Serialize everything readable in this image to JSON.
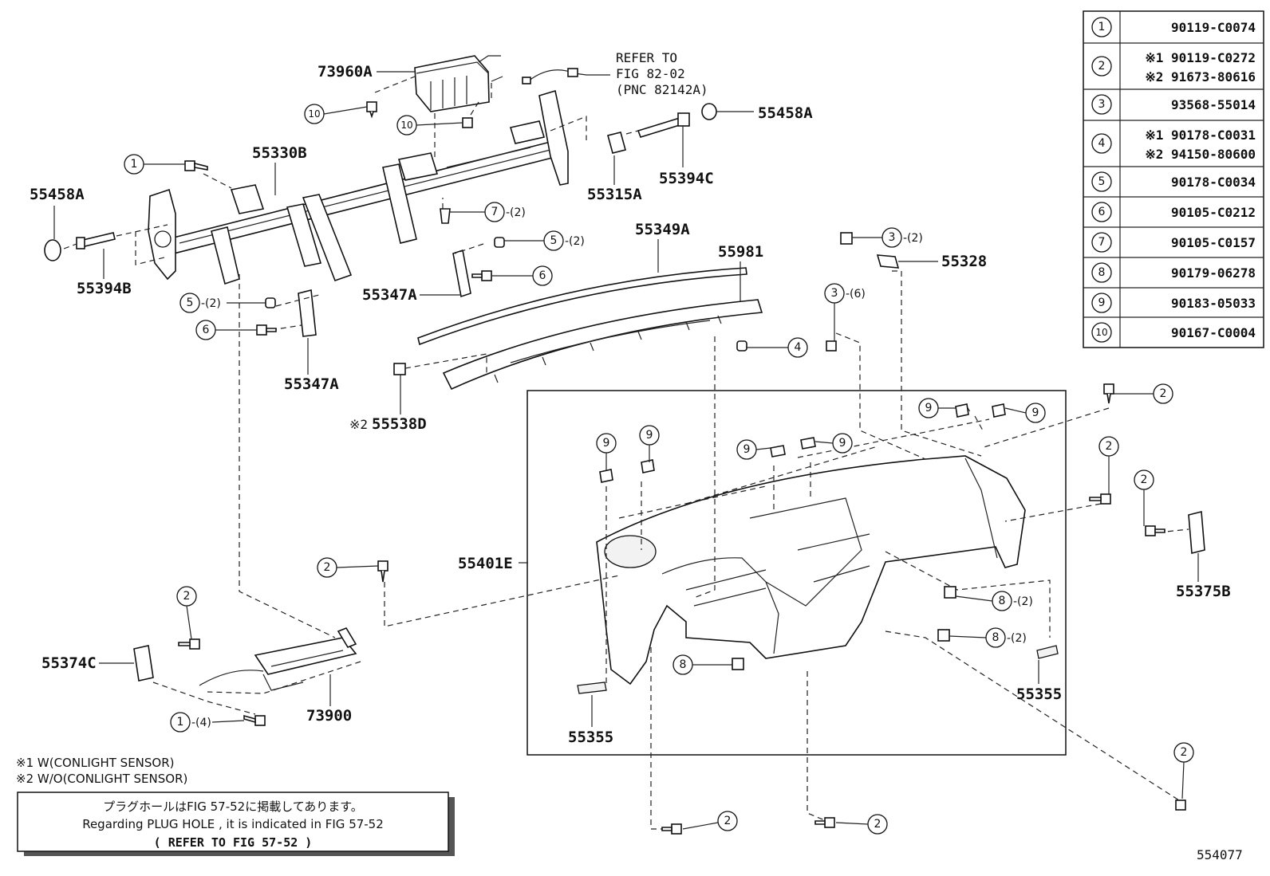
{
  "parts": {
    "p73960A": "73960A",
    "p55458A_top": "55458A",
    "p55330B": "55330B",
    "p55458A_left": "55458A",
    "p55394B": "55394B",
    "p55315A": "55315A",
    "p55394C": "55394C",
    "p55349A": "55349A",
    "p55981": "55981",
    "p55328": "55328",
    "p55347A_mid": "55347A",
    "p55347A_left": "55347A",
    "p55538D": "55538D",
    "p55401E": "55401E",
    "p55375B": "55375B",
    "p55374C": "55374C",
    "p73900": "73900",
    "p55355_left": "55355",
    "p55355_right": "55355"
  },
  "reference": {
    "line1": "REFER TO",
    "line2": "FIG 82-02",
    "line3": "(PNC 82142A)"
  },
  "marks": {
    "m1": "※2",
    "n1": "※1 W(CONLIGHT SENSOR)",
    "n2": "※2 W/O(CONLIGHT SENSOR)"
  },
  "quantities": {
    "q2": "-(2)",
    "q6": "-(6)",
    "q4": "-(4)"
  },
  "legend": [
    {
      "num": "1",
      "codes": [
        "90119-C0074"
      ]
    },
    {
      "num": "2",
      "codes": [
        "※1 90119-C0272",
        "※2 91673-80616"
      ]
    },
    {
      "num": "3",
      "codes": [
        "93568-55014"
      ]
    },
    {
      "num": "4",
      "codes": [
        "※1 90178-C0031",
        "※2 94150-80600"
      ]
    },
    {
      "num": "5",
      "codes": [
        "90178-C0034"
      ]
    },
    {
      "num": "6",
      "codes": [
        "90105-C0212"
      ]
    },
    {
      "num": "7",
      "codes": [
        "90105-C0157"
      ]
    },
    {
      "num": "8",
      "codes": [
        "90179-06278"
      ]
    },
    {
      "num": "9",
      "codes": [
        "90183-05033"
      ]
    },
    {
      "num": "10",
      "codes": [
        "90167-C0004"
      ]
    }
  ],
  "plug_note": {
    "jp": "プラグホールはFIG 57-52に掲載してあります。",
    "en": "Regarding PLUG HOLE , it is indicated in FIG 57-52",
    "refer": "(   REFER TO FIG 57-52   )"
  },
  "figure_id": "554077"
}
